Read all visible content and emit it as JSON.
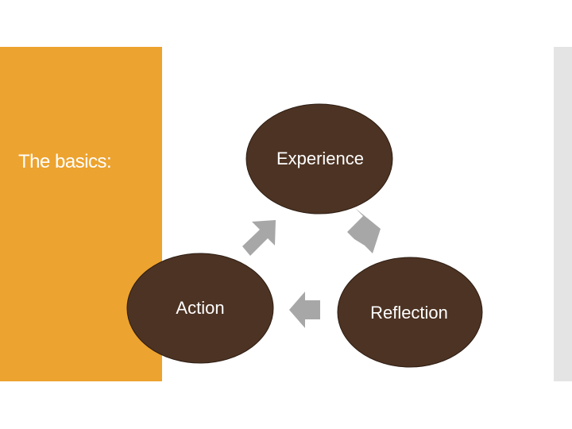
{
  "slide": {
    "title": "The basics:"
  },
  "diagram": {
    "nodes": [
      {
        "id": "experience",
        "label": "Experience"
      },
      {
        "id": "reflection",
        "label": "Reflection"
      },
      {
        "id": "action",
        "label": "Action"
      }
    ],
    "edges": [
      {
        "from": "experience",
        "to": "reflection"
      },
      {
        "from": "reflection",
        "to": "action"
      },
      {
        "from": "action",
        "to": "experience"
      }
    ]
  },
  "colors": {
    "side_panel": "#EDA32F",
    "node_fill": "#4D3323",
    "node_stroke": "#2E1E14",
    "arrow_fill": "#A7A7A7",
    "right_strip": "#E4E4E4"
  }
}
